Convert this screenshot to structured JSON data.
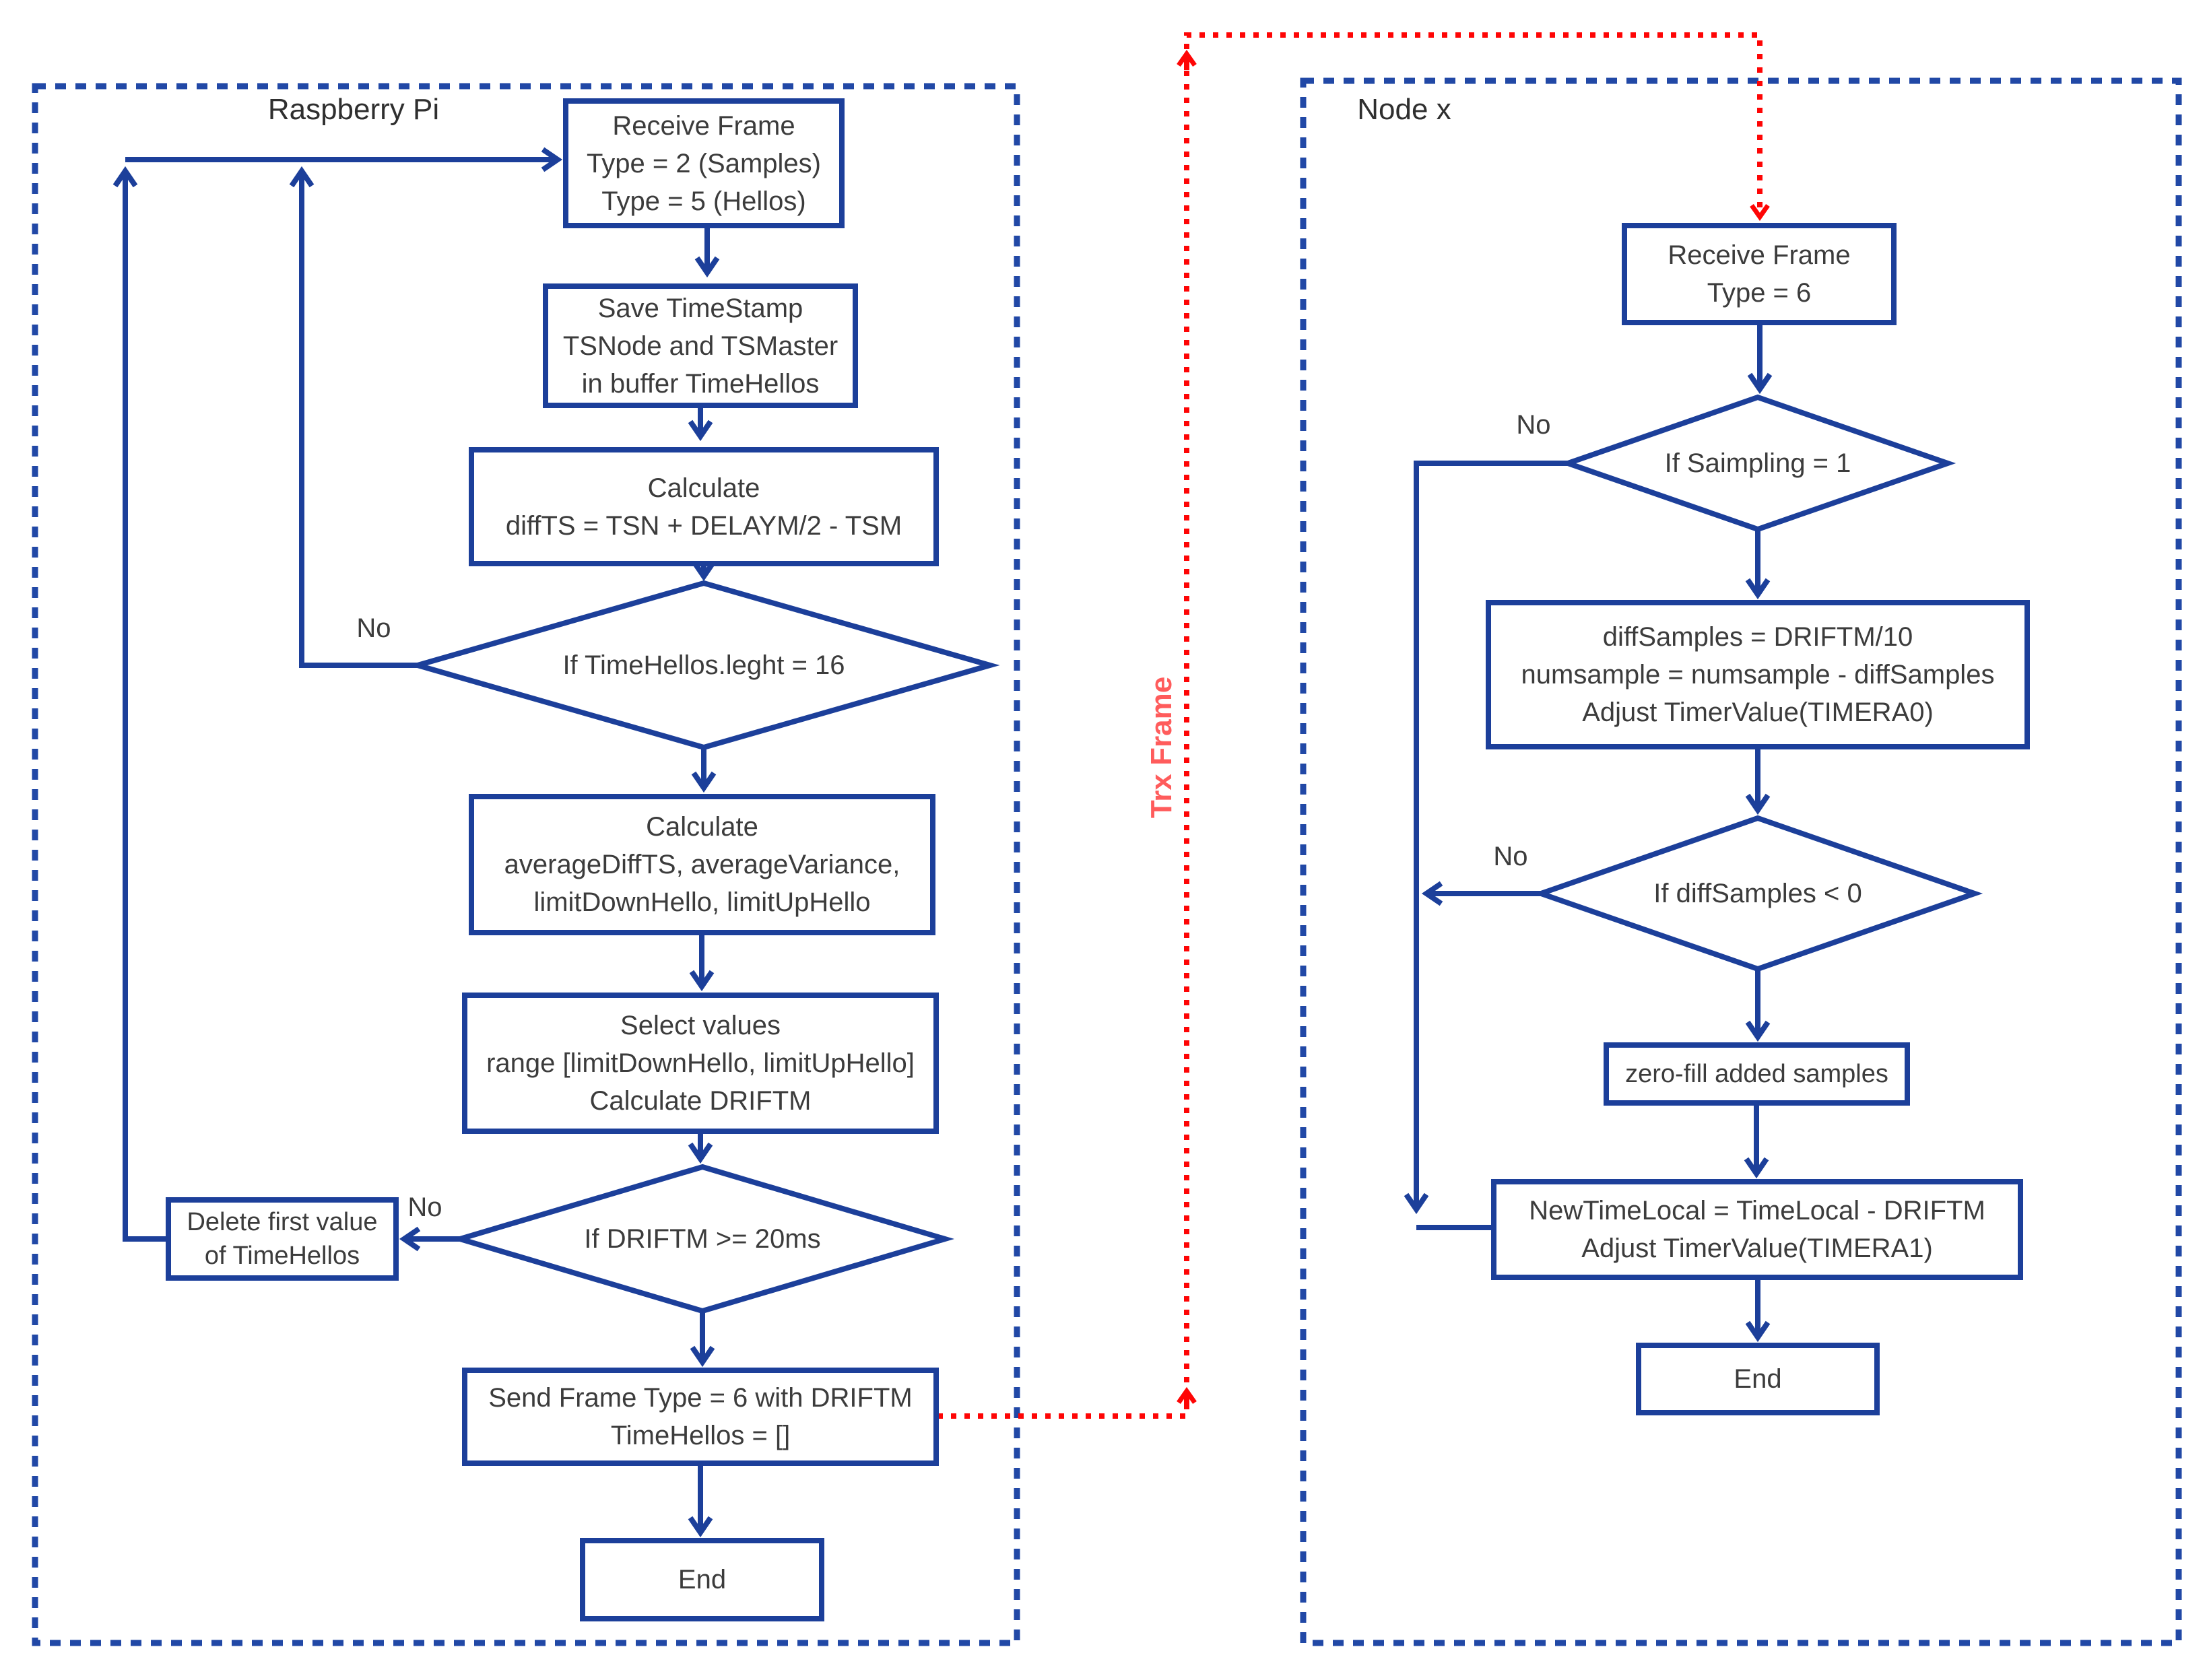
{
  "colors": {
    "blue": "#1c3f9a",
    "dashblue": "#2148a6",
    "red": "#fe0505",
    "trxred": "#ff5c5c",
    "text": "#3c3c3c",
    "label": "#2f2f2f"
  },
  "left_panel": {
    "title": "Raspberry Pi",
    "nodes": {
      "receive": {
        "lines": [
          "Receive Frame",
          "Type = 2 (Samples)",
          "Type = 5 (Hellos)"
        ]
      },
      "save_timestamp": {
        "lines": [
          "Save TimeStamp",
          "TSNode and TSMaster",
          "in buffer TimeHellos"
        ]
      },
      "calc_diffts": {
        "lines": [
          "Calculate",
          "diffTS = TSN + DELAYM/2 - TSM"
        ]
      },
      "check_timehellos": {
        "label": "If TimeHellos.leght = 16",
        "no_label": "No"
      },
      "calc_average": {
        "lines": [
          "Calculate",
          "averageDiffTS, averageVariance,",
          "limitDownHello, limitUpHello"
        ]
      },
      "select_values": {
        "lines": [
          "Select values",
          "range [limitDownHello, limitUpHello]",
          "Calculate DRIFTM"
        ]
      },
      "check_driftm": {
        "label": "If DRIFTM >= 20ms",
        "no_label": "No"
      },
      "delete_first": {
        "lines": [
          "Delete first value",
          "of TimeHellos"
        ]
      },
      "send_frame": {
        "lines": [
          "Send Frame Type = 6 with DRIFTM",
          "TimeHellos = []"
        ]
      },
      "end": {
        "label": "End"
      }
    }
  },
  "right_panel": {
    "title": "Node x",
    "nodes": {
      "receive": {
        "lines": [
          "Receive Frame",
          "Type = 6"
        ]
      },
      "check_sampling": {
        "label": "If Saimpling = 1",
        "no_label": "No"
      },
      "adjust_samples": {
        "lines": [
          "diffSamples = DRIFTM/10",
          "numsample = numsample - diffSamples",
          "Adjust TimerValue(TIMERA0)"
        ]
      },
      "check_diffsamples": {
        "label": "If diffSamples < 0",
        "no_label": "No"
      },
      "zero_fill": {
        "label": "zero-fill added samples"
      },
      "new_time_local": {
        "lines": [
          "NewTimeLocal = TimeLocal - DRIFTM",
          "Adjust TimerValue(TIMERA1)"
        ]
      },
      "end": {
        "label": "End"
      }
    }
  },
  "connector": {
    "label": "Trx Frame"
  }
}
